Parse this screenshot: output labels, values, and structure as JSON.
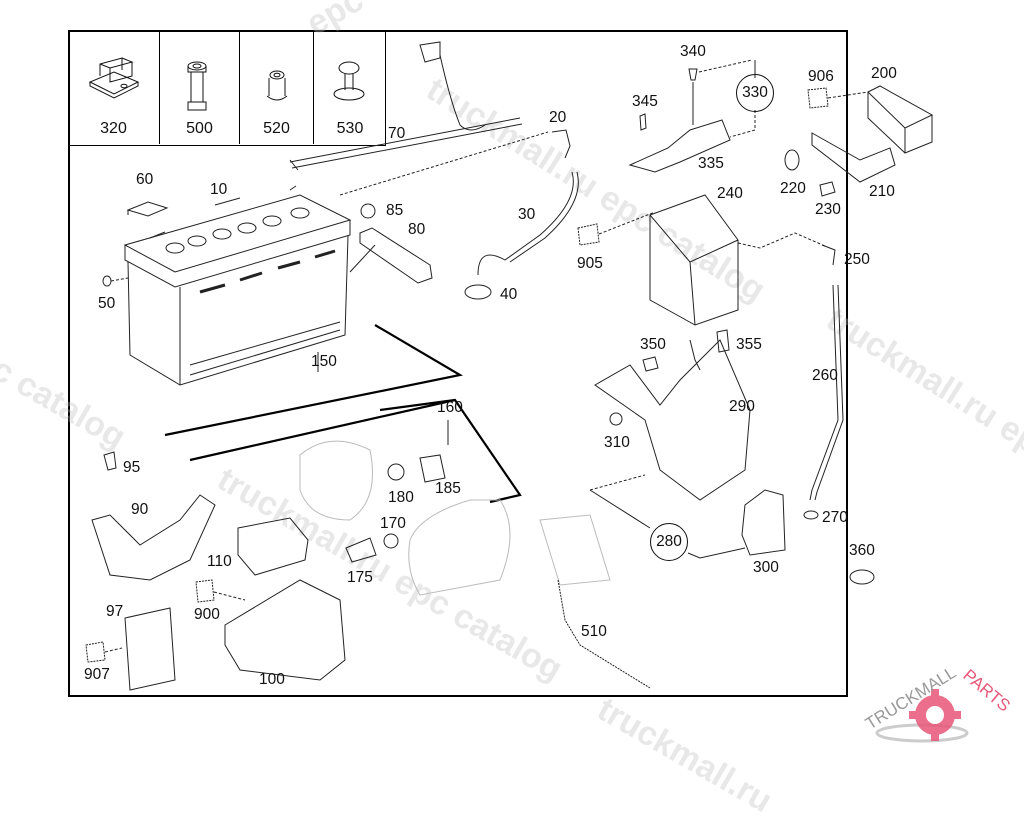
{
  "inset_parts": [
    {
      "id": "320",
      "icon": "mounting-block-icon"
    },
    {
      "id": "500",
      "icon": "spacer-bolt-icon"
    },
    {
      "id": "520",
      "icon": "sleeve-icon"
    },
    {
      "id": "530",
      "icon": "push-rivet-icon"
    }
  ],
  "callouts": {
    "p10": "10",
    "p20": "20",
    "p30": "30",
    "p40": "40",
    "p50": "50",
    "p60": "60",
    "p70": "70",
    "p80": "80",
    "p85": "85",
    "p90": "90",
    "p95": "95",
    "p97": "97",
    "p100": "100",
    "p110": "110",
    "p150": "150",
    "p160": "160",
    "p170": "170",
    "p175": "175",
    "p180": "180",
    "p185": "185",
    "p200": "200",
    "p210": "210",
    "p220": "220",
    "p230": "230",
    "p240": "240",
    "p250": "250",
    "p260": "260",
    "p270": "270",
    "p290": "290",
    "p300": "300",
    "p310": "310",
    "p335": "335",
    "p340": "340",
    "p345": "345",
    "p350": "350",
    "p355": "355",
    "p360": "360",
    "p510": "510",
    "p900": "900",
    "p905": "905",
    "p906": "906",
    "p907": "907"
  },
  "assemblies": {
    "a280": "280",
    "a330": "330"
  },
  "watermark": {
    "text1": "truckmall.ru epc catalog",
    "text2": "epc catalog",
    "text3": "truckmall.ru",
    "logo_left": "TRUCKMALL",
    "logo_right": "PARTS",
    "logo_color": "#e8577a"
  }
}
